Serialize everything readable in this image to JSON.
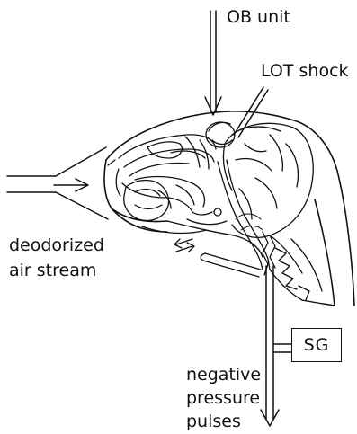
{
  "labels": {
    "ob_unit": "OB unit",
    "lot_shock": "LOT shock",
    "deodorized_line1": "deodorized",
    "deodorized_line2": "air stream",
    "sg": "SG",
    "negative_line1": "negative",
    "negative_line2": "pressure",
    "negative_line3": "pulses"
  },
  "colors": {
    "ink": "#111111",
    "background": "#ffffff"
  }
}
